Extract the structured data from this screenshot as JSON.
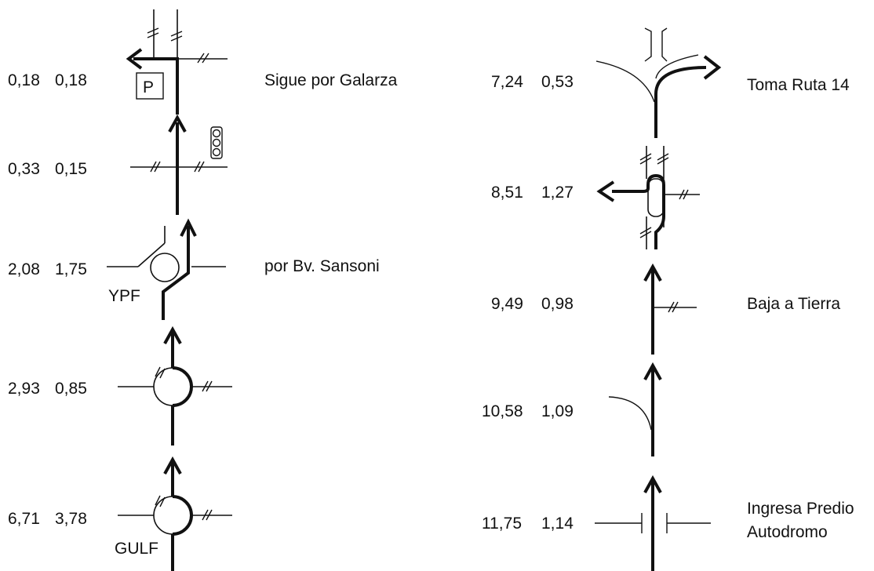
{
  "left_column": [
    {
      "total": "0,18",
      "partial": "0,18",
      "note": "Sigue por Galarza",
      "tag": "P"
    },
    {
      "total": "0,33",
      "partial": "0,15",
      "note": "",
      "tag": ""
    },
    {
      "total": "2,08",
      "partial": "1,75",
      "note": "por Bv. Sansoni",
      "tag": "YPF"
    },
    {
      "total": "2,93",
      "partial": "0,85",
      "note": "",
      "tag": ""
    },
    {
      "total": "6,71",
      "partial": "3,78",
      "note": "",
      "tag": "GULF"
    }
  ],
  "right_column": [
    {
      "total": "7,24",
      "partial": "0,53",
      "note": "Toma Ruta 14",
      "note2": ""
    },
    {
      "total": "8,51",
      "partial": "1,27",
      "note": "",
      "note2": ""
    },
    {
      "total": "9,49",
      "partial": "0,98",
      "note": "Baja a Tierra",
      "note2": ""
    },
    {
      "total": "10,58",
      "partial": "1,09",
      "note": "",
      "note2": ""
    },
    {
      "total": "11,75",
      "partial": "1,14",
      "note": "Ingresa Predio",
      "note2": "Autodromo"
    }
  ],
  "icons": {
    "parking": "parking-icon",
    "traffic_light": "traffic-light-icon",
    "roundabout": "roundabout-icon",
    "route_arrow": "route-arrow-icon",
    "track_gate": "gate-icon"
  }
}
